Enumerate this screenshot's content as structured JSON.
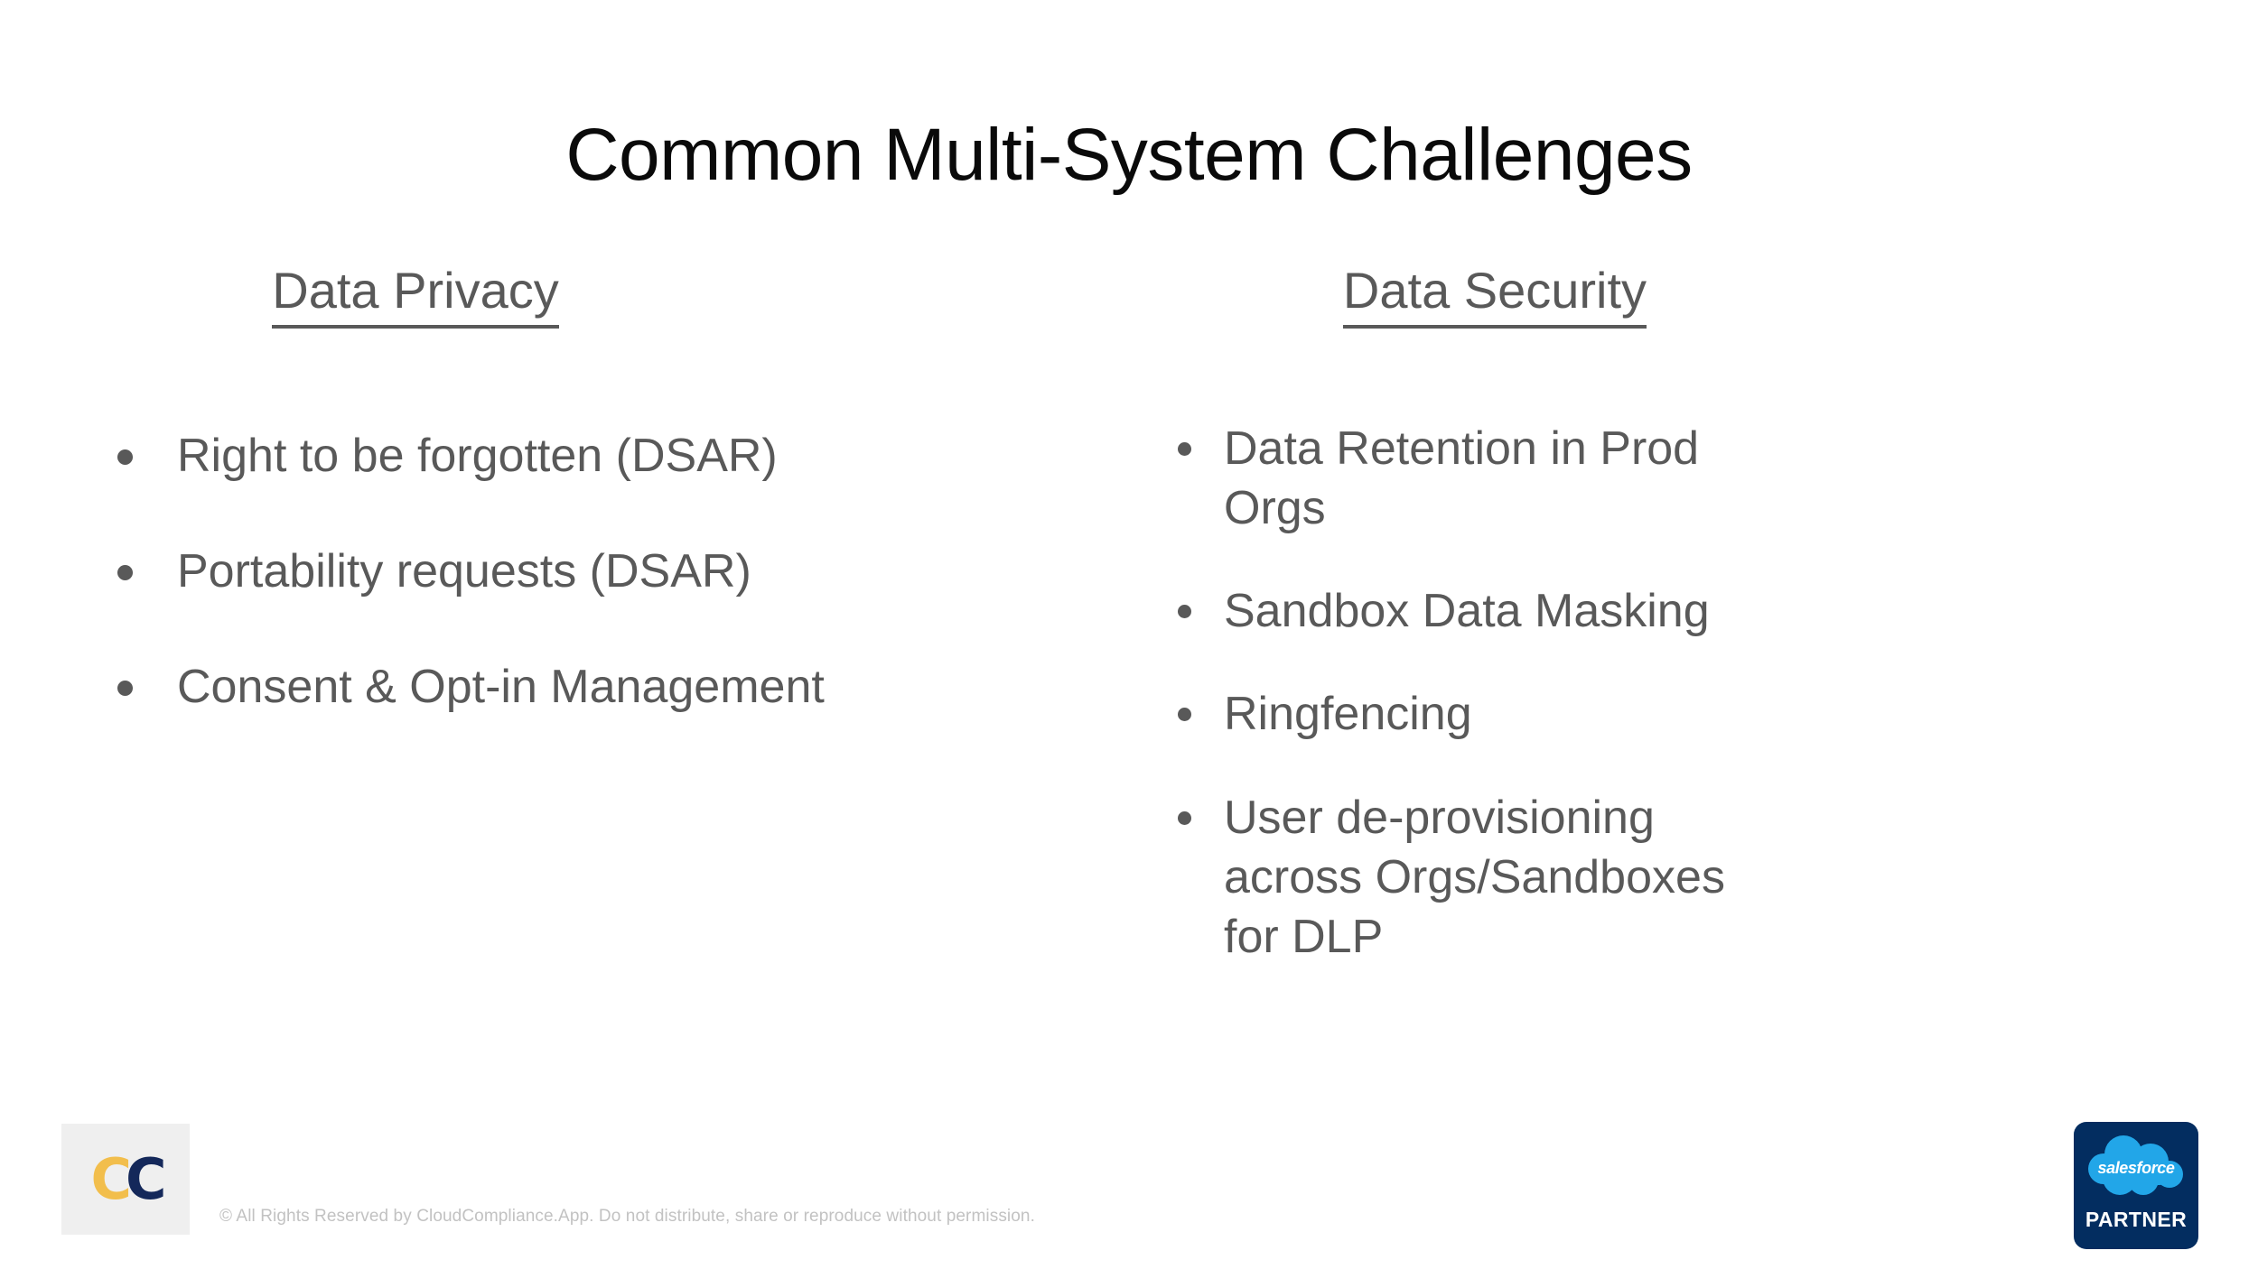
{
  "slide": {
    "title": "Common Multi-System Challenges",
    "background_color": "#ffffff",
    "title_color": "#0a0a0a",
    "body_color": "#595959"
  },
  "columns": [
    {
      "heading": "Data Privacy",
      "items": [
        "Right to be forgotten (DSAR)",
        "Portability requests (DSAR)",
        "Consent & Opt-in Management"
      ]
    },
    {
      "heading": "Data Security",
      "items": [
        "Data Retention in Prod Orgs",
        "Sandbox Data Masking",
        "Ringfencing",
        "User de-provisioning across Orgs/Sandboxes for DLP"
      ]
    }
  ],
  "footer": {
    "logo": {
      "letter_one": "C",
      "letter_two": "C",
      "letter_one_color": "#f2be4c",
      "letter_two_color": "#14285a",
      "background_color": "#efefef"
    },
    "copyright": "© All Rights Reserved by CloudCompliance.App. Do not distribute, share or reproduce without permission.",
    "partner_badge": {
      "cloud_label": "salesforce",
      "partner_label": "PARTNER",
      "badge_color": "#032d60",
      "cloud_color": "#22a6e8"
    }
  }
}
